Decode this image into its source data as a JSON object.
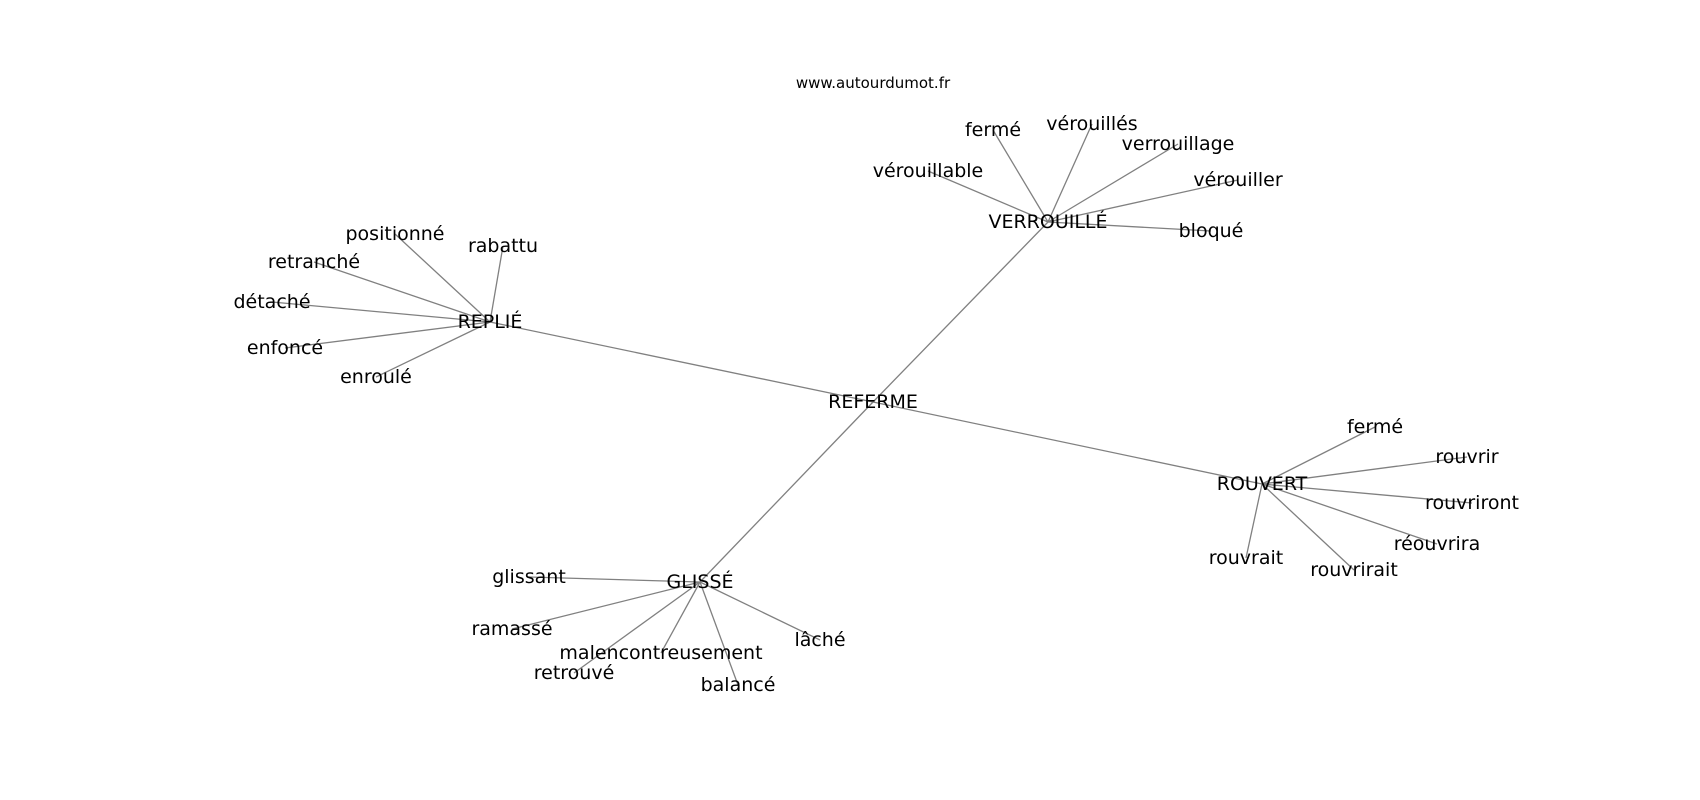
{
  "source": "www.autourdumot.fr",
  "center": "REFERME",
  "clusters": [
    {
      "hub": "VERROUILLÉ",
      "leaves": [
        "fermé",
        "vérouillés",
        "verrouillage",
        "vérouillable",
        "vérouiller",
        "bloqué"
      ]
    },
    {
      "hub": "REPLIÉ",
      "leaves": [
        "positionné",
        "rabattu",
        "retranché",
        "détaché",
        "enfoncé",
        "enroulé"
      ]
    },
    {
      "hub": "ROUVERT",
      "leaves": [
        "fermé",
        "rouvrir",
        "rouvriront",
        "réouvrira",
        "rouvrait",
        "rouvrirait"
      ]
    },
    {
      "hub": "GLISSÉ",
      "leaves": [
        "glissant",
        "ramassé",
        "malencontreusement",
        "retrouvé",
        "balancé",
        "lâché"
      ]
    }
  ]
}
